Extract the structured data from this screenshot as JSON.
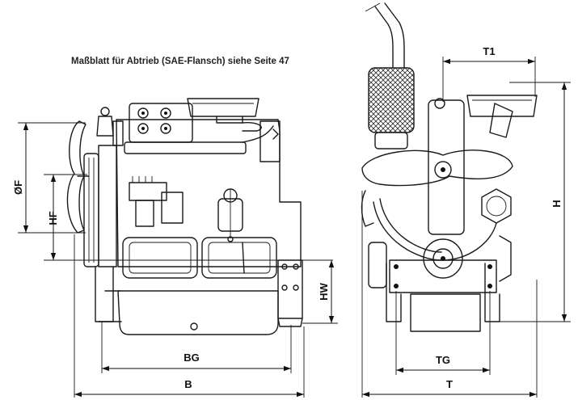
{
  "note": "Maßblatt für Abtrieb (SAE-Flansch) siehe Seite 47",
  "dimensions": {
    "diameter_f": "ØF",
    "hf": "HF",
    "hw": "HW",
    "bg": "BG",
    "b": "B",
    "t1": "T1",
    "h": "H",
    "tg": "TG",
    "t": "T"
  }
}
